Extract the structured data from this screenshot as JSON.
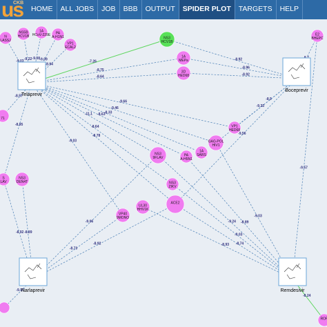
{
  "logo": {
    "text": "us",
    "superscript": "CKB"
  },
  "nav": [
    {
      "label": "HOME",
      "active": false
    },
    {
      "label": "ALL JOBS",
      "active": false
    },
    {
      "label": "JOB",
      "active": false
    },
    {
      "label": "BBB",
      "active": false
    },
    {
      "label": "OUTPUT",
      "active": false
    },
    {
      "label": "SPIDER PLOT",
      "active": true
    },
    {
      "label": "TARGETS",
      "active": false
    },
    {
      "label": "HELP",
      "active": false
    }
  ],
  "colors": {
    "target": "#f07cf0",
    "target_active": "#58e058",
    "drug_border": "#6aa6d8",
    "edge": "#4a7fb5",
    "edge_active": "#5cd65c"
  },
  "drugs": [
    {
      "id": "d1",
      "label": "Telaprevir"
    },
    {
      "id": "d2",
      "label": "Boceprevir"
    },
    {
      "id": "d3",
      "label": "Narlaprevir"
    },
    {
      "id": "d4",
      "label": "Remdesivir"
    }
  ],
  "targets": [
    {
      "id": "t1",
      "lines": [
        "NS3",
        "HCV1B"
      ],
      "active": true
    },
    {
      "id": "t2",
      "lines": [
        "1A",
        "MEPa"
      ]
    },
    {
      "id": "t3",
      "lines": [
        "3D",
        "HED68"
      ]
    },
    {
      "id": "t4",
      "lines": [
        "NS5B",
        "HCV1B"
      ]
    },
    {
      "id": "t5",
      "lines": [
        "1A",
        "HCoV-229E"
      ]
    },
    {
      "id": "t6",
      "lines": [
        "PA",
        "A-H1N1"
      ]
    },
    {
      "id": "t7",
      "lines": [
        "VP1",
        "ECAL2"
      ]
    },
    {
      "id": "t8",
      "lines": [
        "N",
        "LASSJ"
      ]
    },
    {
      "id": "t9",
      "lines": [
        "E2",
        "BHEPC"
      ]
    },
    {
      "id": "t10",
      "lines": [
        "VP1",
        "HED68"
      ]
    },
    {
      "id": "t11",
      "lines": [
        "GAG-POL",
        "HIV1"
      ]
    },
    {
      "id": "t12",
      "lines": [
        "1A",
        "SARS"
      ]
    },
    {
      "id": "t13",
      "lines": [
        "PA",
        "A-H5N1"
      ]
    },
    {
      "id": "t14",
      "lines": [
        "NS3",
        "9FLAV"
      ]
    },
    {
      "id": "t15",
      "lines": [
        "NS3",
        "ZIKV"
      ]
    },
    {
      "id": "t16",
      "lines": [
        "ACE2",
        ""
      ]
    },
    {
      "id": "t17",
      "lines": [
        "UL30",
        "HHV1K"
      ]
    },
    {
      "id": "t18",
      "lines": [
        "VP40",
        "9MONO"
      ]
    },
    {
      "id": "t19",
      "lines": [
        "NS3",
        "DEN4T"
      ]
    },
    {
      "id": "t20",
      "lines": [
        "S",
        "LAV"
      ]
    },
    {
      "id": "t21",
      "lines": [
        "",
        "71"
      ]
    },
    {
      "id": "t22",
      "lines": [
        "",
        ""
      ]
    },
    {
      "id": "t23",
      "lines": [
        "ROR",
        ""
      ]
    }
  ],
  "edges": [
    {
      "from": "d1",
      "to": "t1",
      "label": "-7.26",
      "active": true
    },
    {
      "from": "d1",
      "to": "t2",
      "label": "-8.75"
    },
    {
      "from": "d1",
      "to": "t3",
      "label": "-8.64"
    },
    {
      "from": "d2",
      "to": "t1",
      "label": "-8.92"
    },
    {
      "from": "d2",
      "to": "t2",
      "label": "-8.96"
    },
    {
      "from": "d2",
      "to": "t3",
      "label": "-8.92"
    },
    {
      "from": "d2",
      "to": "t9",
      "label": "-8.7"
    },
    {
      "from": "d2",
      "to": "t10",
      "label": "-8.9"
    },
    {
      "from": "d1",
      "to": "t4",
      "label": "-9.22"
    },
    {
      "from": "d1",
      "to": "t5",
      "label": "-9.08"
    },
    {
      "from": "d1",
      "to": "t6",
      "label": "-9.09"
    },
    {
      "from": "d1",
      "to": "t7",
      "label": "-8.94"
    },
    {
      "from": "d1",
      "to": "t8",
      "label": "-9.03"
    },
    {
      "from": "d1",
      "to": "t10",
      "label": "-9.66"
    },
    {
      "from": "d1",
      "to": "t11",
      "label": "-9.46"
    },
    {
      "from": "d1",
      "to": "t12",
      "label": "-8.33"
    },
    {
      "from": "d1",
      "to": "t13",
      "label": "-8.63"
    },
    {
      "from": "d1",
      "to": "t14",
      "label": "-11.1"
    },
    {
      "from": "d1",
      "to": "t15",
      "label": "-8.64"
    },
    {
      "from": "d1",
      "to": "t16",
      "label": "-8.78"
    },
    {
      "from": "d1",
      "to": "t18",
      "label": "-9.03"
    },
    {
      "from": "d1",
      "to": "t21",
      "label": "-8.57"
    },
    {
      "from": "d2",
      "to": "t11",
      "label": "-9.33"
    },
    {
      "from": "d2",
      "to": "t16",
      "label": "-9.56"
    },
    {
      "from": "d3",
      "to": "t14",
      "label": "-9.06"
    },
    {
      "from": "d3",
      "to": "t18",
      "label": "-8.73"
    },
    {
      "from": "d3",
      "to": "t19",
      "label": "-8.89"
    },
    {
      "from": "d3",
      "to": "t20",
      "label": "-8.92"
    },
    {
      "from": "d3",
      "to": "t16",
      "label": "-8.92"
    },
    {
      "from": "d3",
      "to": "t22",
      "label": "-9.57"
    },
    {
      "from": "d4",
      "to": "t16",
      "label": "-8.74"
    },
    {
      "from": "d4",
      "to": "t17",
      "label": "-8.93"
    },
    {
      "from": "d4",
      "to": "t14",
      "label": "-9.24"
    },
    {
      "from": "d4",
      "to": "t15",
      "label": "-9.03"
    },
    {
      "from": "d4",
      "to": "t13",
      "label": "-8.89"
    },
    {
      "from": "d4",
      "to": "t11",
      "label": "-9.03"
    },
    {
      "from": "d4",
      "to": "t23",
      "label": "-8.24",
      "active": true
    },
    {
      "from": "d4",
      "to": "t9",
      "label": "-9.57"
    },
    {
      "from": "d1",
      "to": "t20",
      "label": "-8.95"
    }
  ]
}
